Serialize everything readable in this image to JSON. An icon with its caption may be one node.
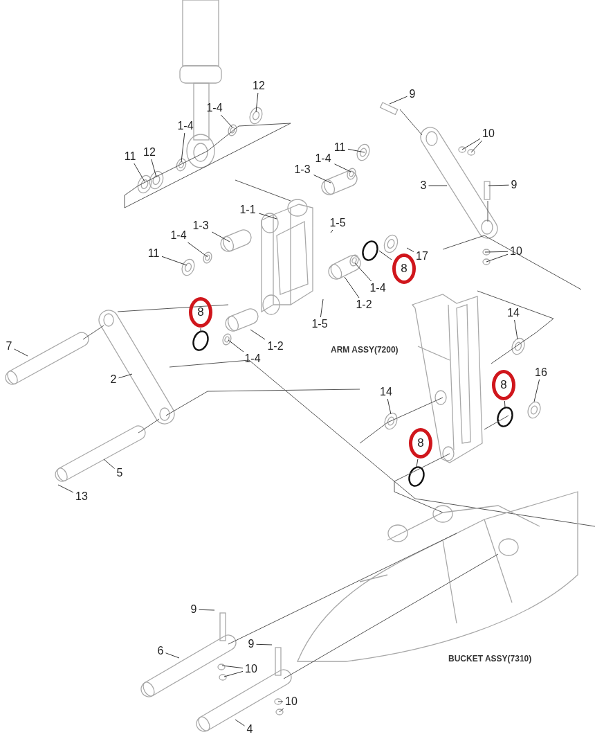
{
  "diagram": {
    "nodes": [
      {
        "text": [
          "11"
        ]
      },
      {
        "text": [
          "12"
        ]
      },
      {
        "text": [
          "1-4"
        ]
      },
      {
        "text": [
          "1-4"
        ]
      },
      {
        "text": [
          "12"
        ]
      },
      {
        "text": [
          "11"
        ]
      },
      {
        "text": [
          "1-4"
        ]
      },
      {
        "text": [
          "1-3"
        ]
      },
      {
        "text": [
          "9"
        ]
      },
      {
        "text": [
          "10"
        ]
      },
      {
        "text": [
          "3"
        ]
      },
      {
        "text": [
          "9"
        ]
      },
      {
        "text": [
          "10"
        ]
      },
      {
        "text": [
          "1-1"
        ]
      },
      {
        "text": [
          "1-5"
        ]
      },
      {
        "text": [
          "1-3"
        ]
      },
      {
        "text": [
          "1-4"
        ]
      },
      {
        "text": [
          "11"
        ]
      },
      {
        "text": [
          "17"
        ]
      },
      {
        "text": [
          "8"
        ]
      },
      {
        "text": [
          "1-4"
        ]
      },
      {
        "text": [
          "1-2"
        ]
      },
      {
        "text": [
          "8"
        ]
      },
      {
        "text": [
          "1-5"
        ]
      },
      {
        "text": [
          "1-2"
        ]
      },
      {
        "text": [
          "1-4"
        ]
      },
      {
        "text": [
          "7"
        ]
      },
      {
        "text": [
          "2"
        ]
      },
      {
        "text": [
          "14"
        ]
      },
      {
        "text": [
          "8"
        ]
      },
      {
        "text": [
          "16"
        ]
      },
      {
        "text": [
          "14"
        ]
      },
      {
        "text": [
          "8"
        ]
      },
      {
        "text": [
          "5"
        ]
      },
      {
        "text": [
          "13"
        ]
      },
      {
        "text": [
          "9"
        ]
      },
      {
        "text": [
          "6"
        ]
      },
      {
        "text": [
          "10"
        ]
      },
      {
        "text": [
          "9"
        ]
      },
      {
        "text": [
          "10"
        ]
      },
      {
        "text": [
          "4"
        ]
      }
    ],
    "edges": [
      {
        "from": 0,
        "to": null,
        "arrow": "none"
      },
      {
        "from": 1,
        "to": null,
        "arrow": "none"
      },
      {
        "from": 2,
        "to": null,
        "arrow": "none"
      },
      {
        "from": 3,
        "to": null,
        "arrow": "none"
      },
      {
        "from": 4,
        "to": null,
        "arrow": "none"
      },
      {
        "from": 5,
        "to": null,
        "arrow": "none"
      },
      {
        "from": 6,
        "to": null,
        "arrow": "none"
      },
      {
        "from": 7,
        "to": null,
        "arrow": "none"
      },
      {
        "from": 8,
        "to": null,
        "arrow": "none"
      },
      {
        "from": 9,
        "to": null,
        "arrow": "none"
      },
      {
        "from": 9,
        "to": null,
        "arrow": "none"
      },
      {
        "from": 10,
        "to": null,
        "arrow": "none"
      },
      {
        "from": 11,
        "to": null,
        "arrow": "none"
      },
      {
        "from": 12,
        "to": null,
        "arrow": "none"
      },
      {
        "from": 12,
        "to": null,
        "arrow": "none"
      },
      {
        "from": 13,
        "to": null,
        "arrow": "none"
      },
      {
        "from": 14,
        "to": null,
        "arrow": "none"
      },
      {
        "from": 15,
        "to": null,
        "arrow": "none"
      },
      {
        "from": 16,
        "to": null,
        "arrow": "none"
      },
      {
        "from": 17,
        "to": null,
        "arrow": "none"
      },
      {
        "from": 18,
        "to": null,
        "arrow": "none"
      },
      {
        "from": 19,
        "to": null,
        "arrow": "none"
      },
      {
        "from": 20,
        "to": null,
        "arrow": "none"
      },
      {
        "from": 21,
        "to": null,
        "arrow": "none"
      },
      {
        "from": 22,
        "to": null,
        "arrow": "none"
      },
      {
        "from": 23,
        "to": null,
        "arrow": "none"
      },
      {
        "from": 24,
        "to": null,
        "arrow": "none"
      },
      {
        "from": 25,
        "to": null,
        "arrow": "none"
      },
      {
        "from": 26,
        "to": null,
        "arrow": "none"
      },
      {
        "from": 27,
        "to": null,
        "arrow": "none"
      },
      {
        "from": 28,
        "to": null,
        "arrow": "none"
      },
      {
        "from": 29,
        "to": null,
        "arrow": "none"
      },
      {
        "from": 30,
        "to": null,
        "arrow": "none"
      },
      {
        "from": 31,
        "to": null,
        "arrow": "none"
      },
      {
        "from": 32,
        "to": null,
        "arrow": "none"
      },
      {
        "from": 33,
        "to": null,
        "arrow": "none"
      },
      {
        "from": 34,
        "to": null,
        "arrow": "none"
      },
      {
        "from": 35,
        "to": null,
        "arrow": "none"
      },
      {
        "from": 36,
        "to": null,
        "arrow": "none"
      },
      {
        "from": 37,
        "to": null,
        "arrow": "none"
      },
      {
        "from": 37,
        "to": null,
        "arrow": "none"
      },
      {
        "from": 38,
        "to": null,
        "arrow": "none"
      },
      {
        "from": 39,
        "to": null,
        "arrow": "none"
      },
      {
        "from": 39,
        "to": null,
        "arrow": "none"
      },
      {
        "from": 40,
        "to": null,
        "arrow": "none"
      }
    ],
    "labels": [
      "ARM ASSY(7200)",
      "BUCKET ASSY(7310)"
    ]
  }
}
